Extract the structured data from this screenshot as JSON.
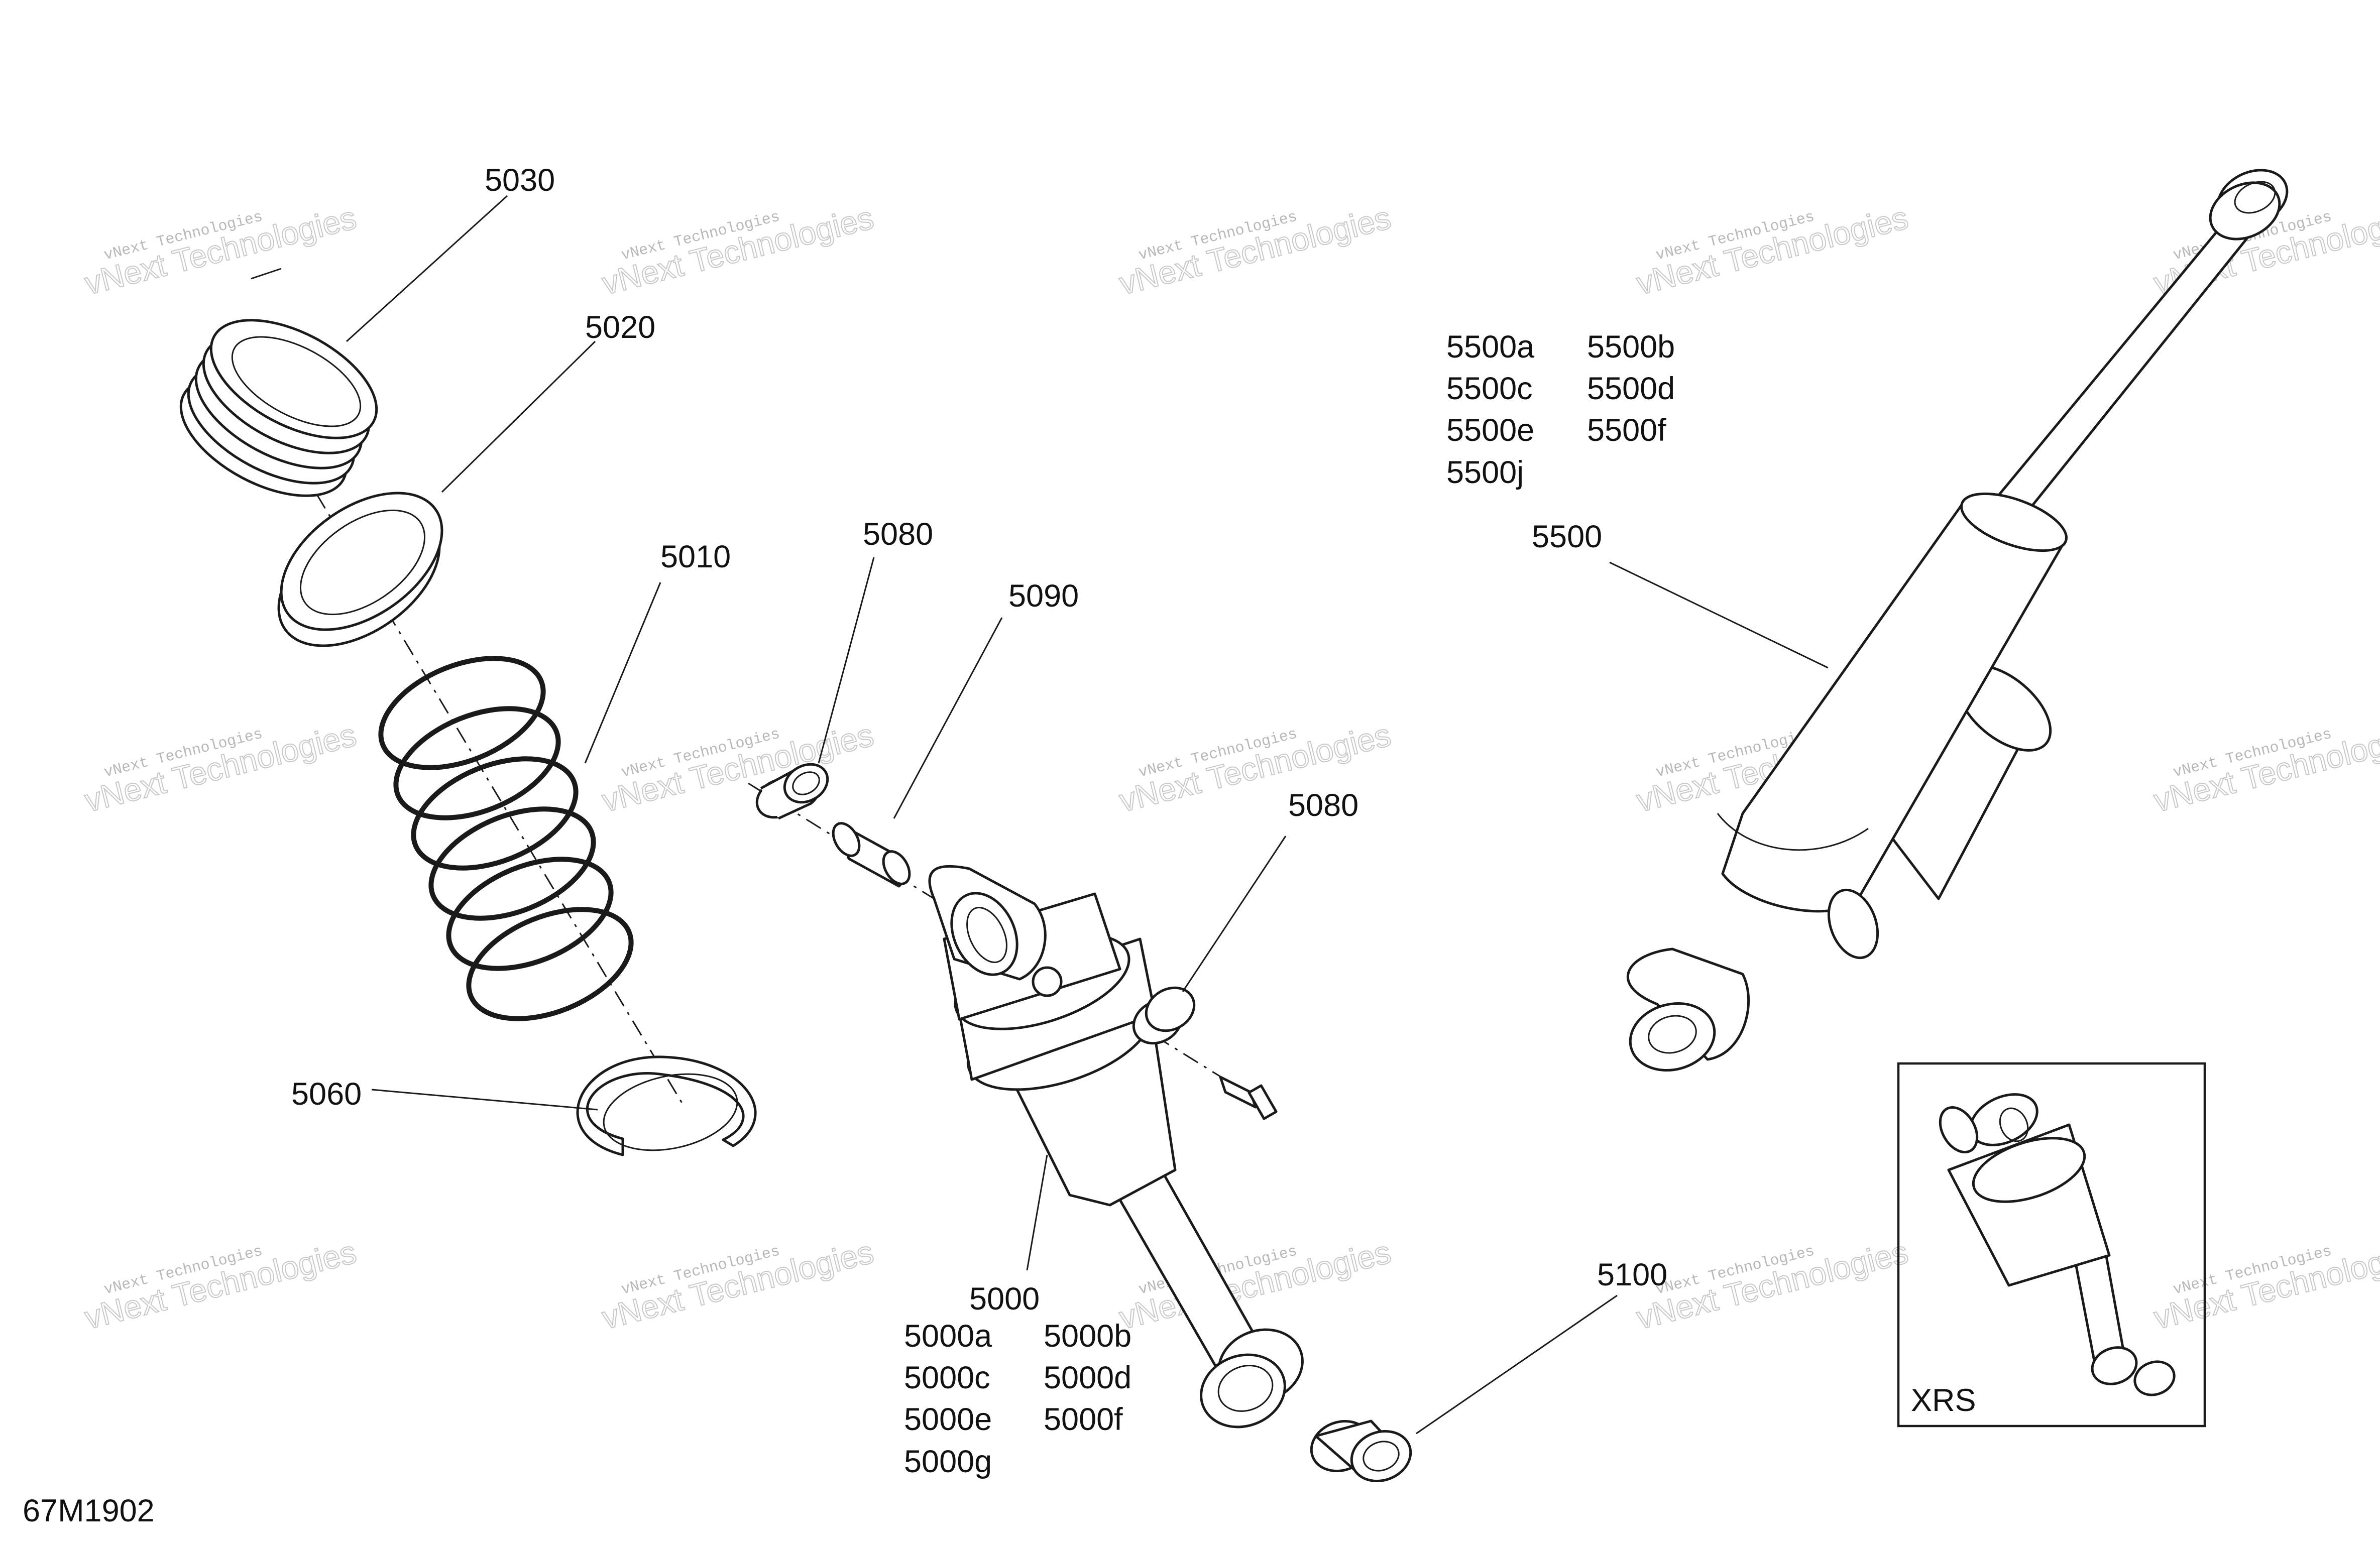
{
  "diagram_id": "67M1902",
  "inset_label": "XRS",
  "watermark": {
    "line1": "vNext Technologies",
    "line2": "vNext Technologies"
  },
  "callouts": {
    "c5030": "5030",
    "c5020": "5020",
    "c5010": "5010",
    "c5060": "5060",
    "c5080a": "5080",
    "c5090": "5090",
    "c5080b": "5080",
    "c5000": "5000",
    "c5100": "5100",
    "c5500": "5500"
  },
  "variants_5000": [
    "5000a",
    "5000b",
    "5000c",
    "5000d",
    "5000e",
    "5000f",
    "5000g"
  ],
  "variants_5500": [
    "5500a",
    "5500b",
    "5500c",
    "5500d",
    "5500e",
    "5500f",
    "5500j"
  ]
}
